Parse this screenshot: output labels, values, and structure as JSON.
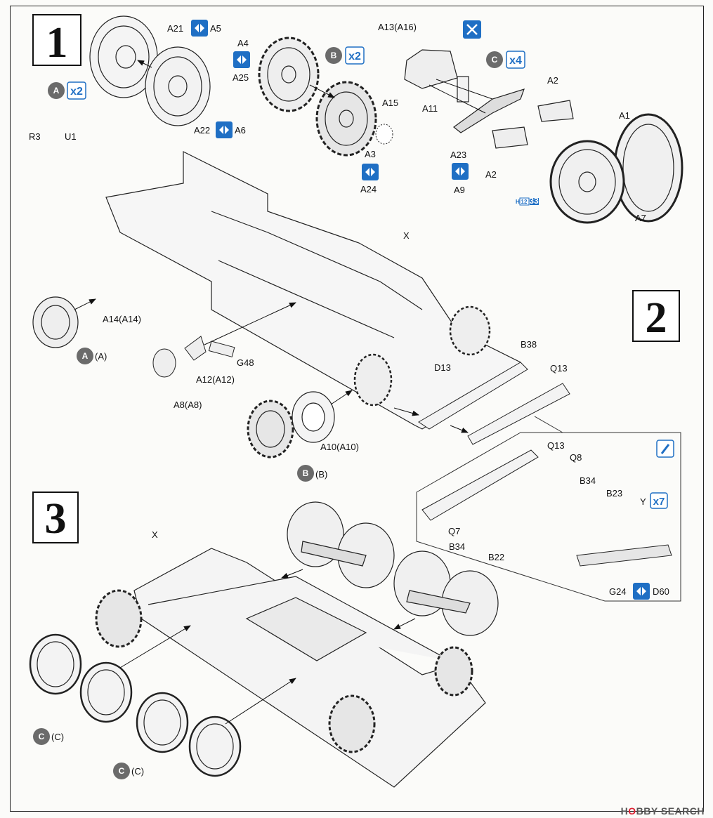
{
  "steps": [
    {
      "number": "1"
    },
    {
      "number": "2"
    },
    {
      "number": "3"
    }
  ],
  "labels": {
    "A21": "A21",
    "A5": "A5",
    "A22": "A22",
    "A6": "A6",
    "A4": "A4",
    "A25": "A25",
    "A3": "A3",
    "A15": "A15",
    "A24": "A24",
    "A13": "A13(A16)",
    "A11": "A11",
    "A23": "A23",
    "A9": "A9",
    "A2a": "A2",
    "A2b": "A2",
    "A1": "A1",
    "A7": "A7",
    "R3": "R3",
    "U1": "U1",
    "X1": "X",
    "X3": "X",
    "A14": "A14(A14)",
    "A12": "A12(A12)",
    "A8": "A8(A8)",
    "G48": "G48",
    "A10": "A10(A10)",
    "D13": "D13",
    "B38": "B38",
    "Q13a": "Q13",
    "Q13b": "Q13",
    "Q8": "Q8",
    "B34a": "B34",
    "B23": "B23",
    "Y": "Y",
    "Q7": "Q7",
    "B34b": "B34",
    "B22": "B22",
    "G24": "G24",
    "D60": "D60",
    "Aparen": "(A)",
    "Bparen": "(B)",
    "Cparen1": "(C)",
    "Cparen2": "(C)"
  },
  "badges": {
    "A": "A",
    "B": "B",
    "C": "C",
    "x2a": "x2",
    "x2b": "x2",
    "x4": "x4",
    "x7": "x7",
    "Aw": "A",
    "Bw": "B",
    "Cw1": "C",
    "Cw2": "C",
    "h": "H",
    "h12": "12",
    "h33": "33"
  },
  "watermark": {
    "brand_a": "H",
    "brand_o": "O",
    "brand_rest": "BBY",
    "search": "SEARCH"
  },
  "colors": {
    "accent": "#1f6fc4",
    "badge": "#6b6b6b",
    "line": "#222222"
  }
}
